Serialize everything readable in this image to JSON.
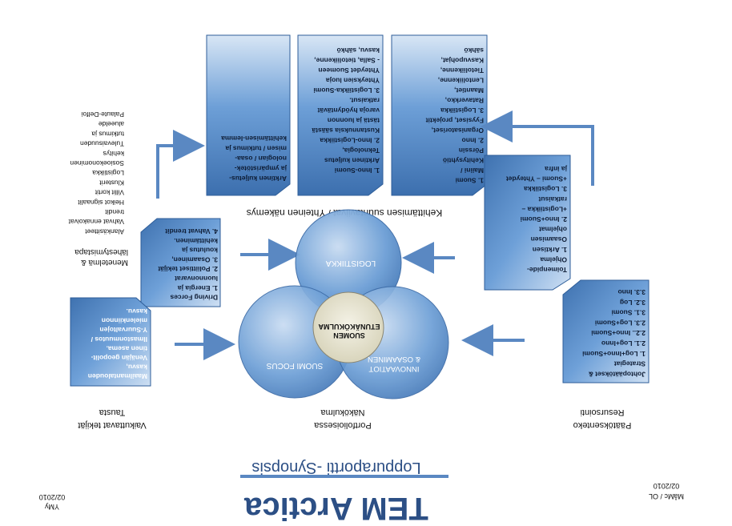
{
  "title_block": {
    "title": "TEM Arctica",
    "subtitle": "Loppuraportti -Synopsis",
    "date_left": "02/2010",
    "author_left": "YMy",
    "date_right": "02/2010",
    "author_right": "MåMc / OL"
  },
  "top_heading": "Kehittämisen suuntaviivat / Yhteinen näkemys",
  "top_boxes": [
    {
      "lines": [
        "1. Suomi",
        "Maiini /",
        "Kehitysyhtiö",
        "Pörssin",
        "2. Inno",
        "Organisatoriset,",
        "Fyysiset, projektit",
        "3. Logistiikka",
        "Rataverkko,",
        "Maantiet,",
        "Lentoliikenne,",
        "Tietoliikenne,",
        "Kasvupohjat,",
        "sähkö"
      ]
    },
    {
      "lines": [
        "1. Inno-Suomi",
        "Arktinen kuljetus",
        "Teknologia,",
        "2. Inno-Logistiikka",
        "Kustannuksia säästä",
        "tästä ja luonnon",
        "varoja hyödyntävät",
        "ratkaisut.",
        "3. Logistiikka-Suomi",
        "Yhteyksien luoja",
        "Yhteydet Suomeen",
        "- Salla, tietoliikenne,",
        "kasvu, sähkö"
      ]
    },
    {
      "lines": [
        "Arktinen kuljetus-",
        "ja ympäristötek-",
        "nologian / osaa-",
        "misen / tutkimus ja",
        "kehittämisen-lemma"
      ]
    }
  ],
  "left_list": [
    "Alankäsitteet",
    "Vahvat ennakoivat",
    "trendit",
    "Heikot signaalit",
    "Villit kortit",
    "Klusterit",
    "Logistiikka",
    "Sosioekonominen",
    "kehitys",
    "Tulevaisuuden",
    "tutkimus ja",
    "alueelde",
    "Palaute-Delfoi"
  ],
  "left_method_label": "Menetelmä &\nlähestymistapa",
  "driving_forces": {
    "lines": [
      "Driving Forces",
      "1. Energia ja",
      "luonnonvarat",
      "2. Poliittiset tekijät",
      "3. Osaaminen,",
      "koulutus ja",
      "kehittäminen.",
      "4. Vahvat trendit"
    ]
  },
  "background_box": {
    "lines": [
      "Maailmantalouden",
      "kasvu,",
      "Venäjän geopolit-",
      "tinen asema.",
      "Ilmastonmuutos /",
      "Y-Suurvaltojen",
      "mielenkiinnon",
      "kasvu."
    ]
  },
  "venn": {
    "top": "LOGISTIIKKA",
    "left": "SUOMI FOCUS",
    "right": "INNOVAATIOT\n& OSAAMINEN",
    "center_line1": "ETUNÄKÖKULMA",
    "center_line2": "SUOMEN"
  },
  "bottom_labels": {
    "left": "Vaikuttavat tekijät\nTausta",
    "middle": "Portfolioisessa\nNäkökulma",
    "right": "Päätöksenteko\nResursointi"
  },
  "program_box": {
    "lines": [
      "Toimenpide-",
      "Ohjelma",
      "1. Arktisen",
      "Osaamisen",
      "ohjelmat",
      "2. Inno+Suomi",
      "+Logistiikka –",
      "ratkaisut",
      "3. Logistiikka",
      "+Suomi – Yhteydet",
      "ja infra"
    ]
  },
  "decision_box": {
    "lines": [
      "Johtopäätökset &",
      "Strategiat",
      "1. Log+Inno+Suomi",
      "2.1. Log+Inno",
      "2.2.. Inno+Suomi",
      "2.3. Log+Suomi",
      "3.1. Suomi",
      "3.2. Log",
      "3.3. Inno"
    ]
  },
  "colors": {
    "box_blue": "#5b8fc9",
    "box_blue_dark": "#3d6ea8",
    "arrow_blue": "#4f7fba",
    "circle_blue": "#6a9bd3",
    "center_fill": "#e9e6d2"
  }
}
